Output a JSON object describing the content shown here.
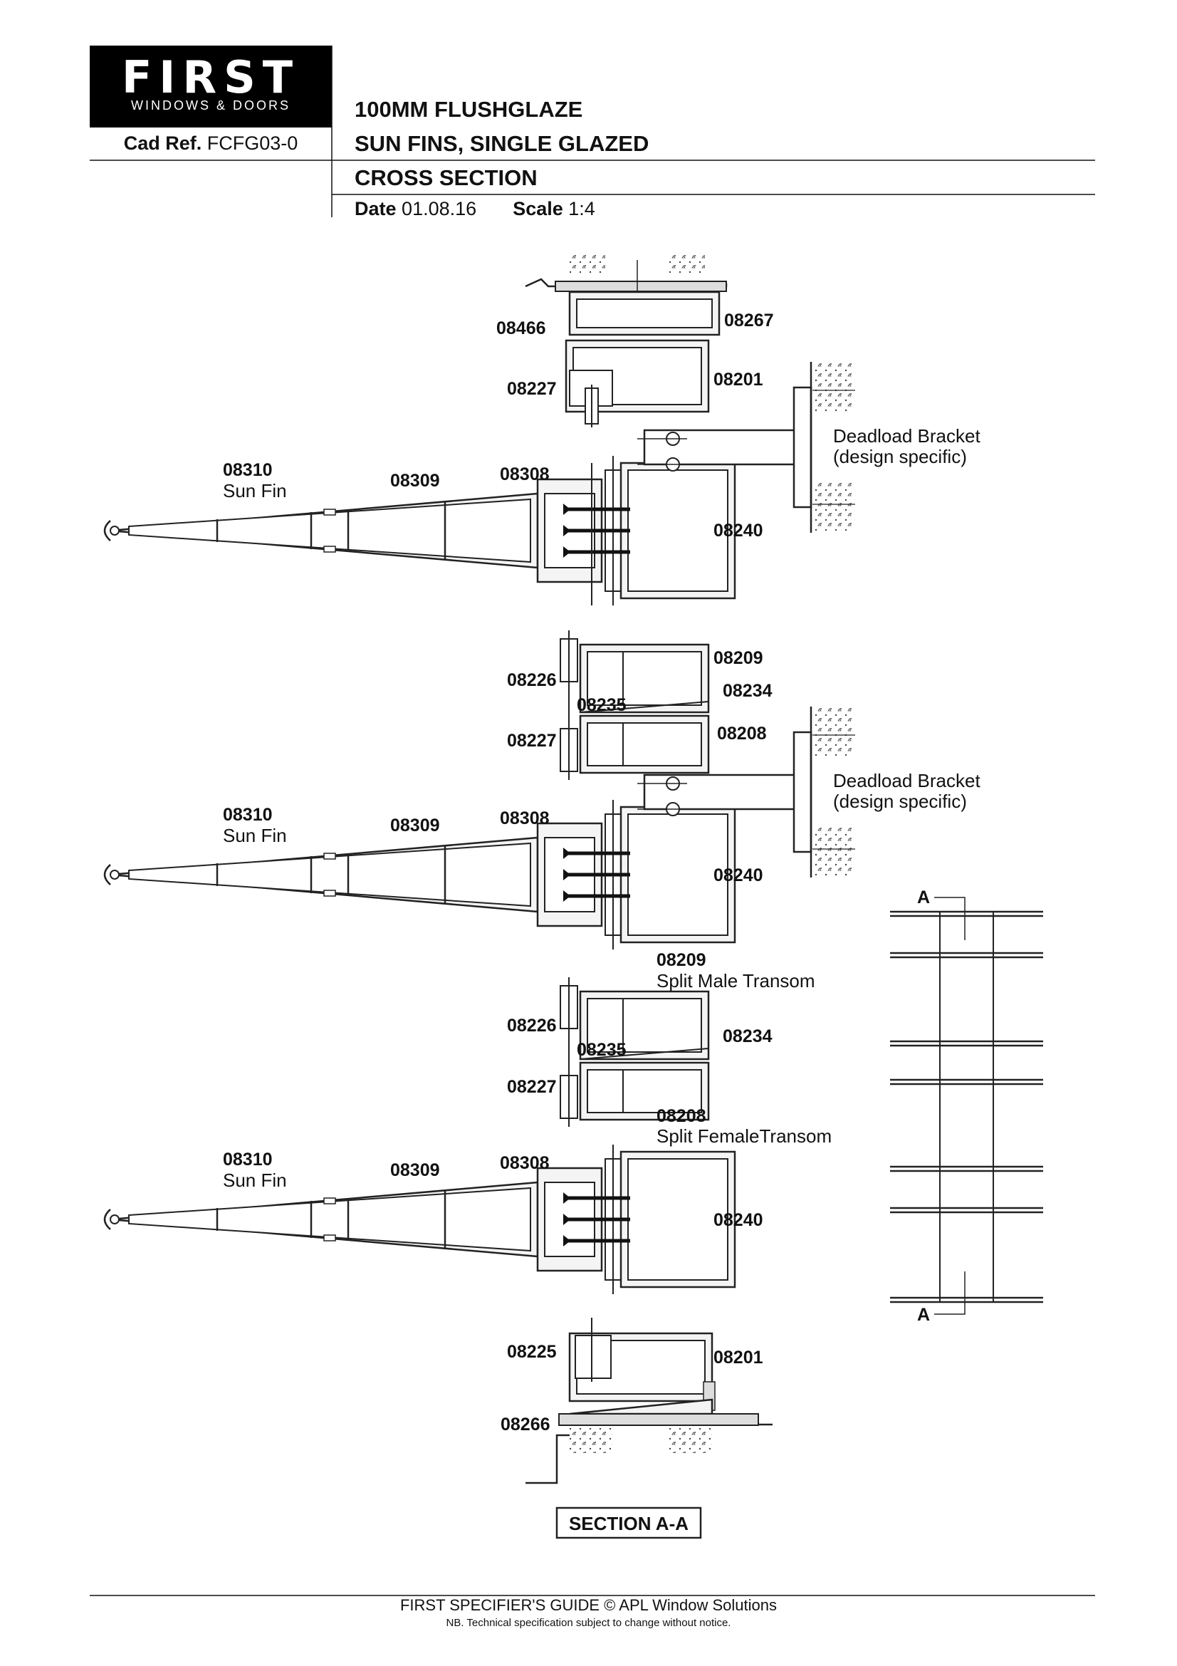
{
  "logo": {
    "word": "FIRST",
    "tagline": "WINDOWS & DOORS"
  },
  "header": {
    "cad_ref_label": "Cad Ref.",
    "cad_ref": "FCFG03-0",
    "title_lines": [
      "100MM FLUSHGLAZE",
      "SUN FINS, SINGLE GLAZED",
      "CROSS SECTION"
    ],
    "date_label": "Date",
    "date": "01.08.16",
    "scale_label": "Scale",
    "scale": "1:4"
  },
  "labels": {
    "p08466": "08466",
    "p08267": "08267",
    "p08201_top": "08201",
    "p08227_1": "08227",
    "p08310_1": "08310",
    "sunfin_1": "Sun Fin",
    "p08309_1": "08309",
    "p08308_1": "08308",
    "p08240_1": "08240",
    "deadload_1": "Deadload Bracket",
    "design_1": "(design specific)",
    "p08209_1": "08209",
    "p08226_1": "08226",
    "p08234_1": "08234",
    "p08235_1": "08235",
    "p08227_2": "08227",
    "p08208_1": "08208",
    "deadload_2": "Deadload Bracket",
    "design_2": "(design specific)",
    "p08310_2": "08310",
    "sunfin_2": "Sun Fin",
    "p08309_2": "08309",
    "p08308_2": "08308",
    "p08240_2": "08240",
    "p08209_2": "08209",
    "split_male": "Split Male Transom",
    "p08226_2": "08226",
    "p08234_2": "08234",
    "p08235_2": "08235",
    "p08227_3": "08227",
    "p08208_2": "08208",
    "split_female": "Split FemaleTransom",
    "p08310_3": "08310",
    "sunfin_3": "Sun Fin",
    "p08309_3": "08309",
    "p08308_3": "08308",
    "p08240_3": "08240",
    "p08225": "08225",
    "p08201_bot": "08201",
    "p08266": "08266",
    "section_a_top": "A",
    "section_a_bot": "A",
    "section_caption": "SECTION A-A"
  },
  "footer": {
    "line1": "FIRST SPECIFIER'S GUIDE  © APL Window Solutions",
    "line2": "NB. Technical specification subject to change without notice."
  }
}
